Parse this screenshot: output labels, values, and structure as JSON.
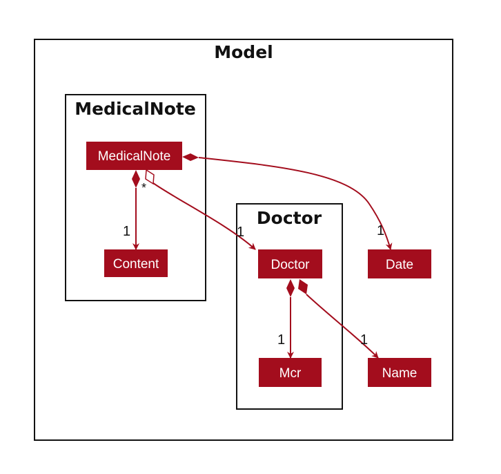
{
  "colors": {
    "class_fill": "#a30d1d",
    "class_text": "#ffffff",
    "edge": "#a30d1d",
    "package_border": "#111111",
    "background": "#ffffff"
  },
  "packages": {
    "model": {
      "title": "Model"
    },
    "medicalnote": {
      "title": "MedicalNote"
    },
    "doctor": {
      "title": "Doctor"
    }
  },
  "classes": {
    "medicalnote": "MedicalNote",
    "content": "Content",
    "doctor": "Doctor",
    "date": "Date",
    "mcr": "Mcr",
    "name": "Name"
  },
  "relations": [
    {
      "from": "MedicalNote",
      "to": "Content",
      "kind": "composition",
      "multiplicity": "1"
    },
    {
      "from": "MedicalNote",
      "to": "Doctor",
      "kind": "aggregation",
      "source_multiplicity": "*",
      "multiplicity": "1"
    },
    {
      "from": "MedicalNote",
      "to": "Date",
      "kind": "composition",
      "multiplicity": "1"
    },
    {
      "from": "Doctor",
      "to": "Mcr",
      "kind": "composition",
      "multiplicity": "1"
    },
    {
      "from": "Doctor",
      "to": "Name",
      "kind": "composition",
      "multiplicity": "1"
    }
  ]
}
